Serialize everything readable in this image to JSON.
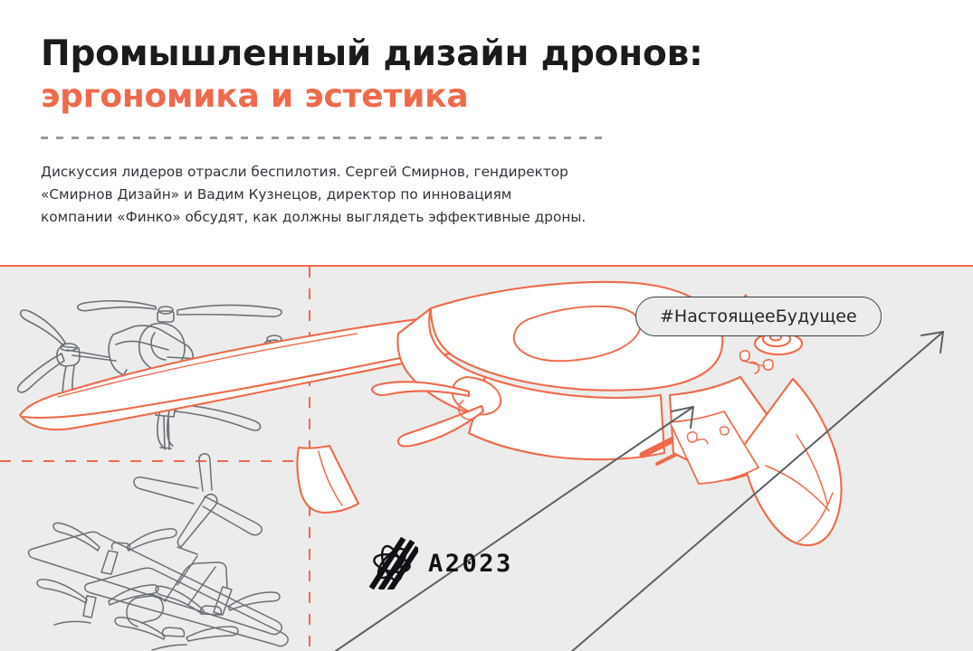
{
  "header": {
    "title_line1": "Промышленный дизайн дронов:",
    "title_line2": "эргономика и эстетика",
    "subtitle_lines": [
      "Дискуссия лидеров отрасли беспилотия. Сергей Смирнов, гендиректор",
      "«Смирнов Дизайн» и Вадим Кузнецов, директор по инновациям",
      "компании «Финко» обсудят, как должны выглядеть эффективные дроны."
    ]
  },
  "panel": {
    "hashtag": "#НастоящееБудущее",
    "logo_text": "A2023",
    "logo_icon": "propeller-atom-icon"
  },
  "colors": {
    "accent_orange": "#ef6a4b",
    "title_dark": "#1b1b1b",
    "body_text": "#30343a",
    "panel_bg": "#ececec",
    "drone_gray": "#6b7076",
    "arrow_gray": "#5b6066",
    "page_bg": "#ffffff"
  },
  "artwork": {
    "main_drone": "large-orange-fixed-wing-drone-outline",
    "secondary_drones": [
      "quadcopter-outline-top-left",
      "vtol-fixed-wing-outline-bottom-left"
    ],
    "arrows": [
      "diagonal-arrow-up-right-1",
      "diagonal-arrow-up-right-2"
    ],
    "grid": {
      "vertical_dashed": true,
      "horizontal_dashed": true
    }
  }
}
